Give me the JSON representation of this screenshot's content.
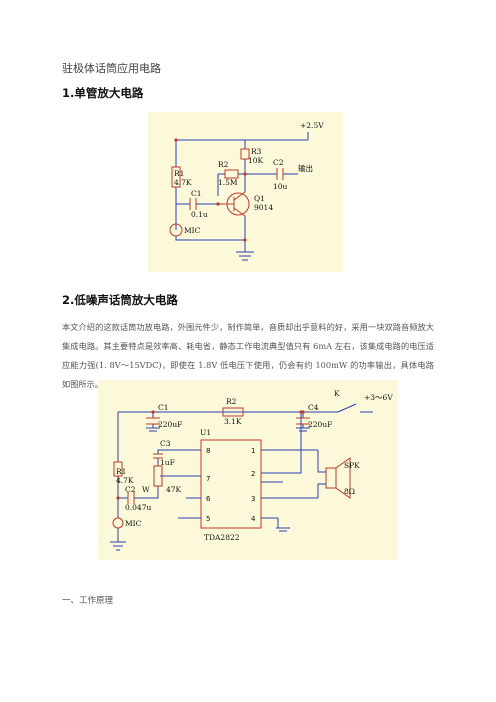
{
  "doc": {
    "title": "驻极体话筒应用电路",
    "section1": {
      "heading": "1.单管放大电路"
    },
    "section2": {
      "heading": "2.低噪声话筒放大电路",
      "paragraph": "本文介绍的这款话筒功放电路，外围元件少，制作简单，音质却出乎意料的好，采用一块双路音频放大集成电路。其主要特点是效率高、耗电省，静态工作电流典型值只有 6mA 左右，该集成电路的电压适应能力强(1. 8V～15VDC)，即使在 1.8V 低电压下使用，仍会有约 100mW 的功率输出，具体电路如图所示。"
    },
    "footer": "一、工作原理"
  },
  "circuit1": {
    "vcc": "+2.5V",
    "r1": "R1",
    "r1_val": "4.7K",
    "r2": "R2",
    "r2_val": "1.5M",
    "r3": "R3",
    "r3_val": "10K",
    "c1": "C1",
    "c1_val": "0.1u",
    "c2": "C2",
    "c2_val": "10u",
    "q1": "Q1",
    "q1_val": "9014",
    "mic": "MIC",
    "output": "输出"
  },
  "circuit2": {
    "switch": "K",
    "vcc": "+3～6V",
    "c1": "C1",
    "c1_val": "220uF",
    "r2": "R2",
    "r2_val": "3.1K",
    "c4": "C4",
    "c4_val": "220uF",
    "c3": "C3",
    "c3_val": "1uF",
    "w": "W",
    "w_val": "47K",
    "r1": "R1",
    "r1_val": "4.7K",
    "c2": "C2",
    "c2_val": "0.047u",
    "mic": "MIC",
    "u1": "U1",
    "ic": "TDA2822",
    "spk": "SPK",
    "spk_val": "8Ω",
    "pins": [
      "8",
      "7",
      "6",
      "5",
      "1",
      "2",
      "3",
      "4"
    ]
  }
}
